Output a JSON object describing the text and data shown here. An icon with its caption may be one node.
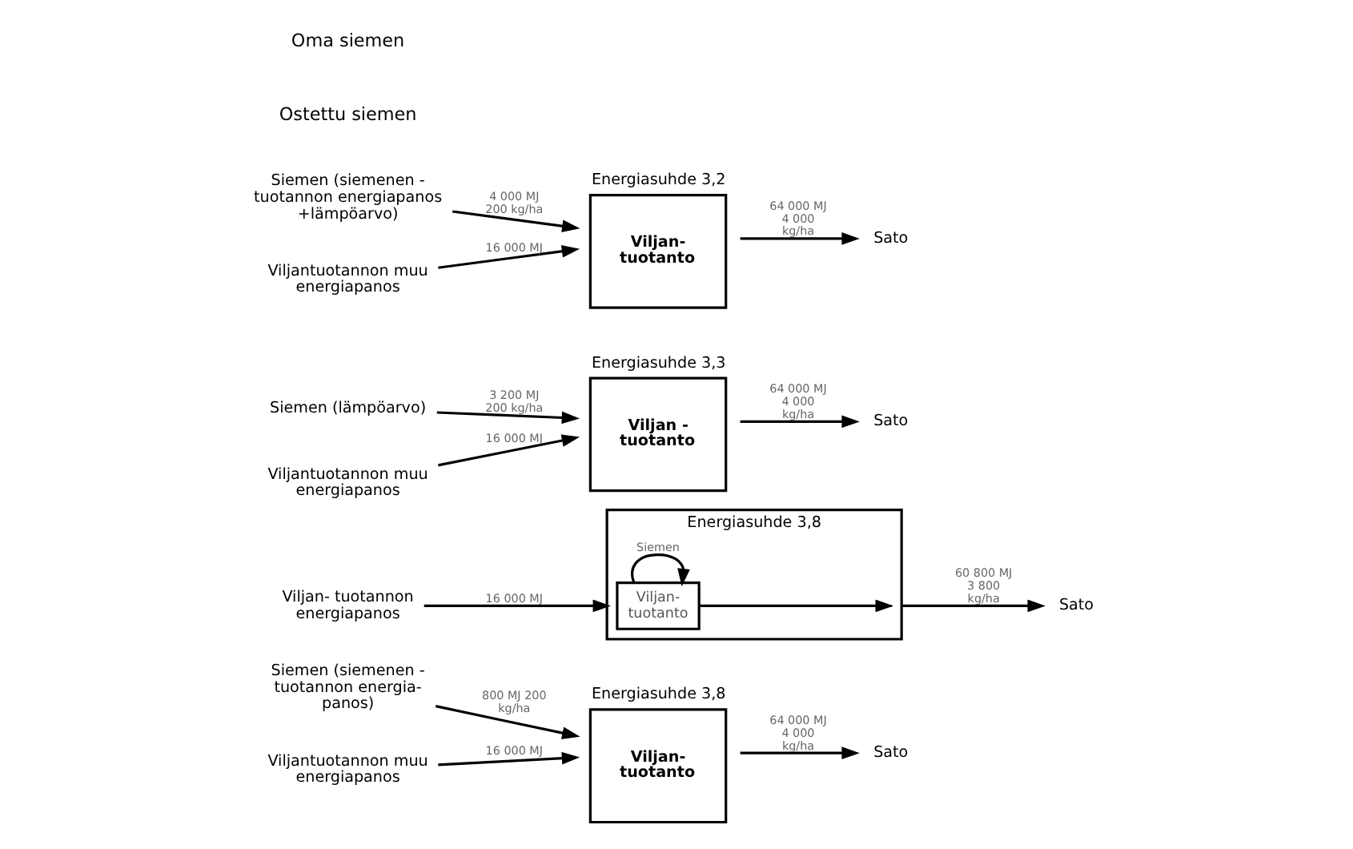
{
  "diagram": {
    "nodes": [
      {
        "text": [
          "Siemen (siemenen - tuotannon energia- panos)"
        ]
      },
      {
        "text": [
          "Viljantuotannon muu energiapanos"
        ]
      },
      {
        "text": [
          "Energiasuhde 3,8",
          "Viljan- tuotanto"
        ]
      },
      {
        "text": [
          "Sato"
        ]
      },
      {
        "text": [
          "Viljan- tuotannon energiapanos"
        ]
      },
      {
        "text": [
          "Energiasuhde 3,8"
        ]
      },
      {
        "text": [
          "Viljan- tuotanto"
        ],
        "in": 5
      },
      {
        "text": [
          "Sato"
        ]
      },
      {
        "text": [
          "Siemen (lämpöarvo)"
        ]
      },
      {
        "text": [
          "Viljantuotannon muu energiapanos"
        ]
      },
      {
        "text": [
          "Energiasuhde 3,3",
          "Viljan - tuotanto"
        ]
      },
      {
        "text": [
          "Sato"
        ]
      },
      {
        "text": [
          "Siemen (siemenen - tuotannon energiapanos +lämpöarvo)"
        ]
      },
      {
        "text": [
          "Viljantuotannon muu energiapanos"
        ]
      },
      {
        "text": [
          "Energiasuhde 3,2",
          "Viljan- tuotanto"
        ]
      },
      {
        "text": [
          "Sato"
        ]
      }
    ],
    "edges": [
      {
        "from": 0,
        "to": 2,
        "arrow": "to",
        "label": "800 MJ 200 kg/ha"
      },
      {
        "from": 1,
        "to": 2,
        "arrow": "to",
        "label": "16 000 MJ"
      },
      {
        "from": 2,
        "to": 3,
        "arrow": "to",
        "label": "64 000 MJ 4 000 kg/ha"
      },
      {
        "from": 4,
        "to": 5,
        "arrow": "to",
        "label": "16 000 MJ"
      },
      {
        "from": 6,
        "to": 6,
        "arrow": "to",
        "label": "Siemen"
      },
      {
        "from": 6,
        "to": null,
        "arrow": "to"
      },
      {
        "from": 5,
        "to": 7,
        "arrow": "to",
        "label": "60 800 MJ 3 800 kg/ha"
      },
      {
        "from": 8,
        "to": 10,
        "arrow": "to",
        "label": "3 200 MJ 200 kg/ha"
      },
      {
        "from": 9,
        "to": 10,
        "arrow": "to",
        "label": "16 000 MJ"
      },
      {
        "from": 10,
        "to": 11,
        "arrow": "to",
        "label": "64 000 MJ 4 000 kg/ha"
      },
      {
        "from": 12,
        "to": 14,
        "arrow": "to",
        "label": "4 000 MJ 200 kg/ha"
      },
      {
        "from": 13,
        "to": 14,
        "arrow": "to",
        "label": "16 000 MJ"
      },
      {
        "from": 14,
        "to": 15,
        "arrow": "to",
        "label": "64 000 MJ 4 000 kg/ha"
      }
    ],
    "labels": [
      "Ostettu siemen",
      "Oma siemen"
    ]
  }
}
